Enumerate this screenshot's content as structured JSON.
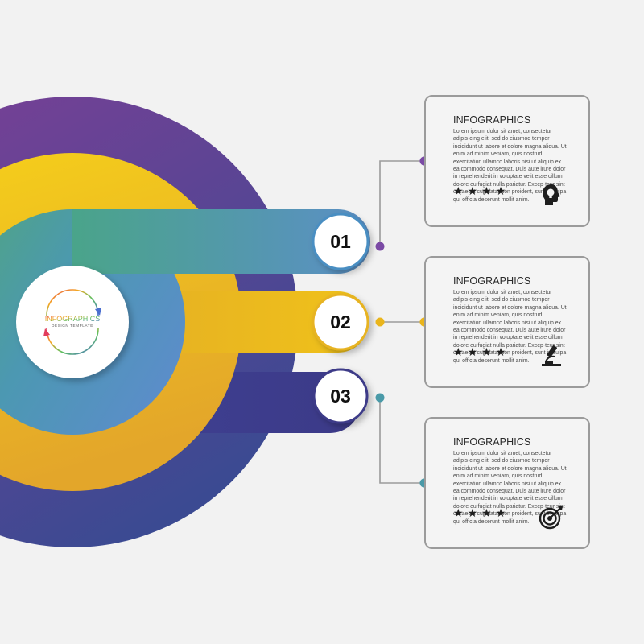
{
  "center": {
    "title": "INFOGRAPHICS",
    "subtitle": "DESIGN TEMPLATE"
  },
  "colors": {
    "background": "#f2f2f2",
    "purple": "#6a3fa0",
    "yellow": "#f2c419",
    "teal": "#4a9ab0",
    "navy": "#3c3a8e",
    "card_border": "#9b9b9b"
  },
  "steps": [
    {
      "number": "01",
      "color": "#7b4aa5",
      "title": "INFOGRAPHICS",
      "body": "Lorem ipsum dolor sit amet, consectetur adipis-cing elit, sed do eiusmod tempor incididunt ut labore et dolore magna aliqua. Ut enim ad minim veniam, quis nostrud exercitation ullamco laboris nisi ut aliquip ex ea commodo consequat. Duis aute irure dolor in reprehenderit in voluptate velit esse cillum dolore eu fugiat nulla pariatur. Excep-teur sint occaecat cupidatat non proident, sunt in culpa qui officia deserunt mollit anim.",
      "stars": 4,
      "icon": "head-lightbulb-icon"
    },
    {
      "number": "02",
      "color": "#eab51c",
      "title": "INFOGRAPHICS",
      "body": "Lorem ipsum dolor sit amet, consectetur adipis-cing elit, sed do eiusmod tempor incididunt ut labore et dolore magna aliqua. Ut enim ad minim veniam, quis nostrud exercitation ullamco laboris nisi ut aliquip ex ea commodo consequat. Duis aute irure dolor in reprehenderit in voluptate velit esse cillum dolore eu fugiat nulla pariatur. Excep-teur sint occaecat cupidatat non proident, sunt in culpa qui officia deserunt mollit anim.",
      "stars": 4,
      "icon": "microscope-icon"
    },
    {
      "number": "03",
      "color": "#4a9aa8",
      "title": "INFOGRAPHICS",
      "body": "Lorem ipsum dolor sit amet, consectetur adipis-cing elit, sed do eiusmod tempor incididunt ut labore et dolore magna aliqua. Ut enim ad minim veniam, quis nostrud exercitation ullamco laboris nisi ut aliquip ex ea commodo consequat. Duis aute irure dolor in reprehenderit in voluptate velit esse cillum dolore eu fugiat nulla pariatur. Excep-teur sint occaecat cupidatat non proident, sunt in culpa qui officia deserunt mollit anim.",
      "stars": 4,
      "icon": "target-arrow-icon"
    }
  ]
}
